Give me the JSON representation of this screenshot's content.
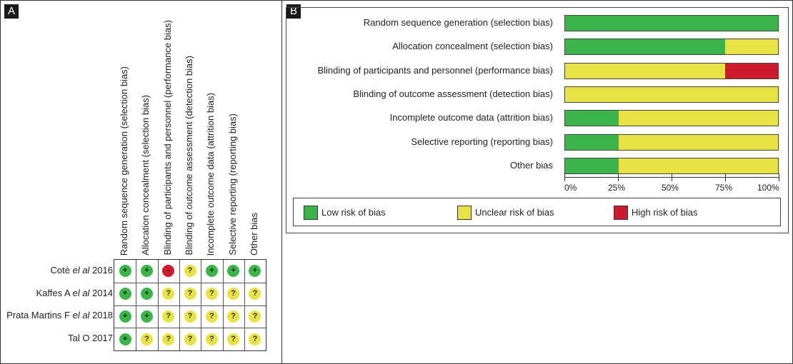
{
  "panels": {
    "a": "A",
    "b": "B"
  },
  "colors": {
    "low": "#3db34b",
    "unclear": "#e8e246",
    "high": "#cc1a2e"
  },
  "chart_data": [
    {
      "type": "table",
      "columns": [
        "Random sequence generation (selection bias)",
        "Allocation concealment (selection bias)",
        "Blinding of participants and personnel (performance bias)",
        "Blinding of outcome assessment  (detection bias)",
        "Incomplete outcome data (attrition bias)",
        "Selective reporting (reporting bias)",
        "Other bias"
      ],
      "rows": [
        {
          "study_prefix": "Cotè ",
          "study_italic": "el al",
          "study_suffix": " 2016",
          "ratings": [
            "low",
            "low",
            "high",
            "unclear",
            "low",
            "low",
            "low"
          ]
        },
        {
          "study_prefix": "Kaffes A ",
          "study_italic": "el al",
          "study_suffix": " 2014",
          "ratings": [
            "low",
            "low",
            "unclear",
            "unclear",
            "unclear",
            "unclear",
            "unclear"
          ]
        },
        {
          "study_prefix": "Prata Martins F ",
          "study_italic": "el al",
          "study_suffix": " 2018",
          "ratings": [
            "low",
            "low",
            "unclear",
            "unclear",
            "unclear",
            "unclear",
            "unclear"
          ]
        },
        {
          "study_prefix": "Tal O 2017",
          "study_italic": "",
          "study_suffix": "",
          "ratings": [
            "low",
            "unclear",
            "unclear",
            "unclear",
            "unclear",
            "unclear",
            "unclear"
          ]
        }
      ],
      "symbols": {
        "low": "+",
        "unclear": "?",
        "high": "-"
      }
    },
    {
      "type": "bar",
      "stacked": true,
      "orientation": "horizontal",
      "categories": [
        "Random sequence generation (selection bias)",
        "Allocation concealment (selection bias)",
        "Blinding of participants and personnel (performance bias)",
        "Blinding of outcome assessment  (detection bias)",
        "Incomplete outcome data (attrition bias)",
        "Selective reporting (reporting bias)",
        "Other bias"
      ],
      "series": [
        {
          "name": "Low risk of bias",
          "key": "low",
          "values": [
            100,
            75,
            0,
            0,
            25,
            25,
            25
          ]
        },
        {
          "name": "Unclear risk of bias",
          "key": "unclear",
          "values": [
            0,
            25,
            75,
            100,
            75,
            75,
            75
          ]
        },
        {
          "name": "High risk of bias",
          "key": "high",
          "values": [
            0,
            0,
            25,
            0,
            0,
            0,
            0
          ]
        }
      ],
      "xticks": [
        "0%",
        "25%",
        "50%",
        "75%",
        "100%"
      ],
      "xlim": [
        0,
        100
      ],
      "legend": "bottom"
    }
  ]
}
